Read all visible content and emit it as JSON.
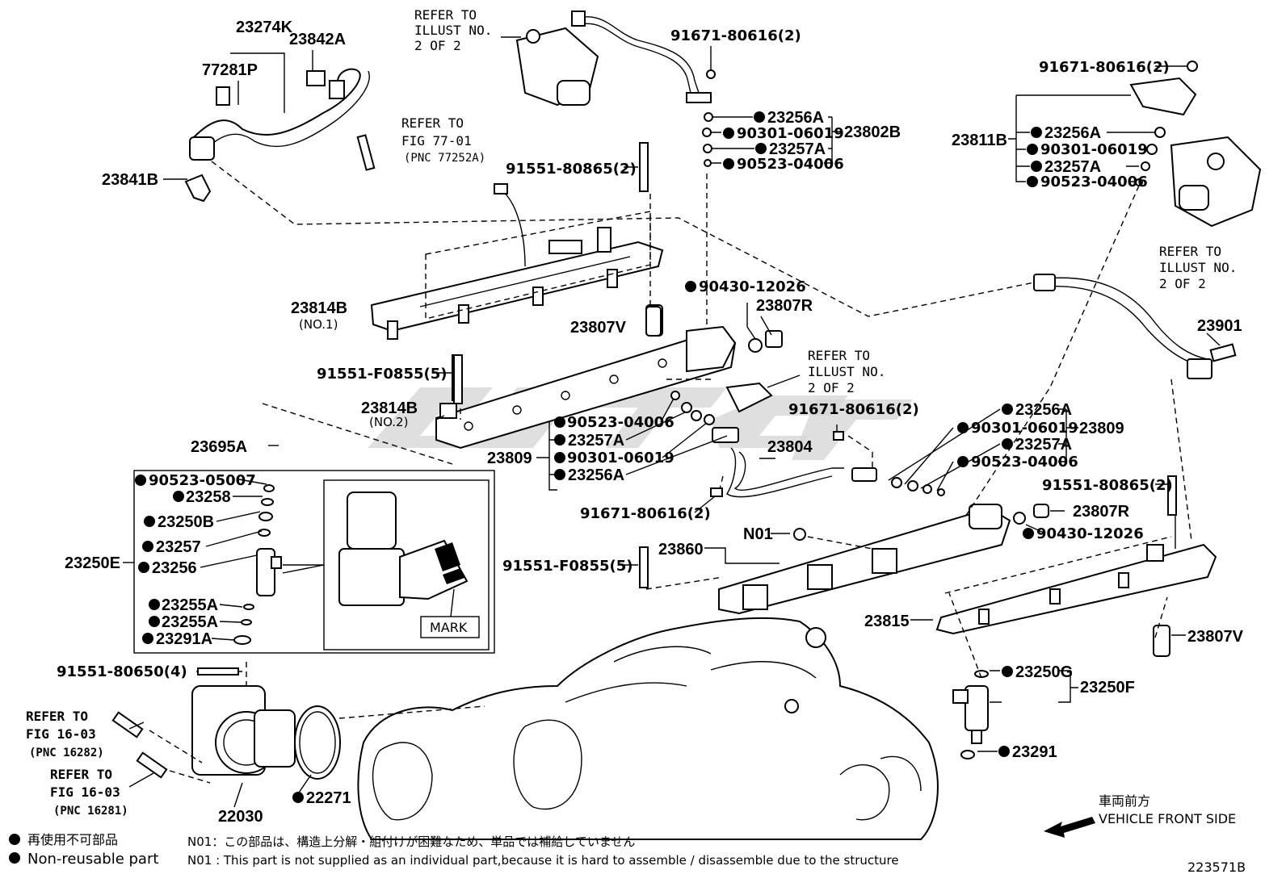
{
  "diagram_id": "223571B",
  "vehicle_front": {
    "jp": "車両前方",
    "en": "VEHICLE FRONT SIDE"
  },
  "legend": {
    "nonreusable_jp": "再使用不可部品",
    "nonreusable_en": "Non-reusable part",
    "n01_jp": "N01：この部品は、構造上分解・組付けが困難なため、単品では補給していません",
    "n01_en": "N01 : This part is not supplied as an individual part,because it is hard to assemble / disassemble due to the structure"
  },
  "refs": {
    "r1": [
      "REFER TO",
      "ILLUST NO.",
      "2 OF 2"
    ],
    "r2": [
      "REFER TO",
      "FIG 77-01",
      "(PNC 77252A)"
    ],
    "r3": [
      "REFER TO",
      "ILLUST NO.",
      "2 OF 2"
    ],
    "r4": [
      "REFER TO",
      "ILLUST NO.",
      "2 OF 2"
    ],
    "r5": [
      "REFER TO",
      "FIG 16-03",
      "(PNC 16282)"
    ],
    "r6": [
      "REFER TO",
      "FIG 16-03",
      "(PNC 16281)"
    ]
  },
  "labels": {
    "l23274K": "23274K",
    "l23842A": "23842A",
    "l77281P": "77281P",
    "l23841B": "23841B",
    "l91671_top": "91671-80616(2)",
    "l23256A_1": "23256A",
    "l90301_1": "90301-06019",
    "l23257A_1": "23257A",
    "l90523_1": "90523-04006",
    "l23802B": "23802B",
    "l91551_80865_1": "91551-80865(2)",
    "l91671_right": "91671-80616(2)",
    "l23811B": "23811B",
    "l23256A_2": "23256A",
    "l90301_2": "90301-06019",
    "l23257A_2": "23257A",
    "l90523_2": "90523-04006",
    "l23814B_1": "23814B",
    "l23814B_1_sub": "(NO.1)",
    "l90430_1": "90430-12026",
    "l23807R_1": "23807R",
    "l23807V_1": "23807V",
    "l23901": "23901",
    "l91551_F0855_1": "91551-F0855(5)",
    "l23814B_2": "23814B",
    "l23814B_2_sub": "(NO.2)",
    "l91671_mid": "91671-80616(2)",
    "l23695A": "23695A",
    "l90523_3": "90523-04006",
    "l23257A_3": "23257A",
    "l23809_left": "23809",
    "l90301_3": "90301-06019",
    "l23256A_3": "23256A",
    "l23804": "23804",
    "l23256A_4": "23256A",
    "l90301_4": "90301-06019",
    "l23257A_4": "23257A",
    "l90523_4": "90523-04006",
    "l23809_right": "23809",
    "l91671_low": "91671-80616(2)",
    "l91551_80865_2": "91551-80865(2)",
    "l23807R_2": "23807R",
    "l90430_2": "90430-12026",
    "l90523_05007": "90523-05007",
    "l23258": "23258",
    "l23250B": "23250B",
    "l23257": "23257",
    "l23256": "23256",
    "l23250E": "23250E",
    "l23255A_1": "23255A",
    "l23255A_2": "23255A",
    "l23291A": "23291A",
    "mark": "MARK",
    "lN01": "N01",
    "l23860": "23860",
    "l91551_F0855_2": "91551-F0855(5)",
    "l23815": "23815",
    "l23807V_2": "23807V",
    "l23250G": "23250G",
    "l23250F": "23250F",
    "l23291": "23291",
    "l91551_80650": "91551-80650(4)",
    "l22030": "22030",
    "l22271": "22271"
  }
}
